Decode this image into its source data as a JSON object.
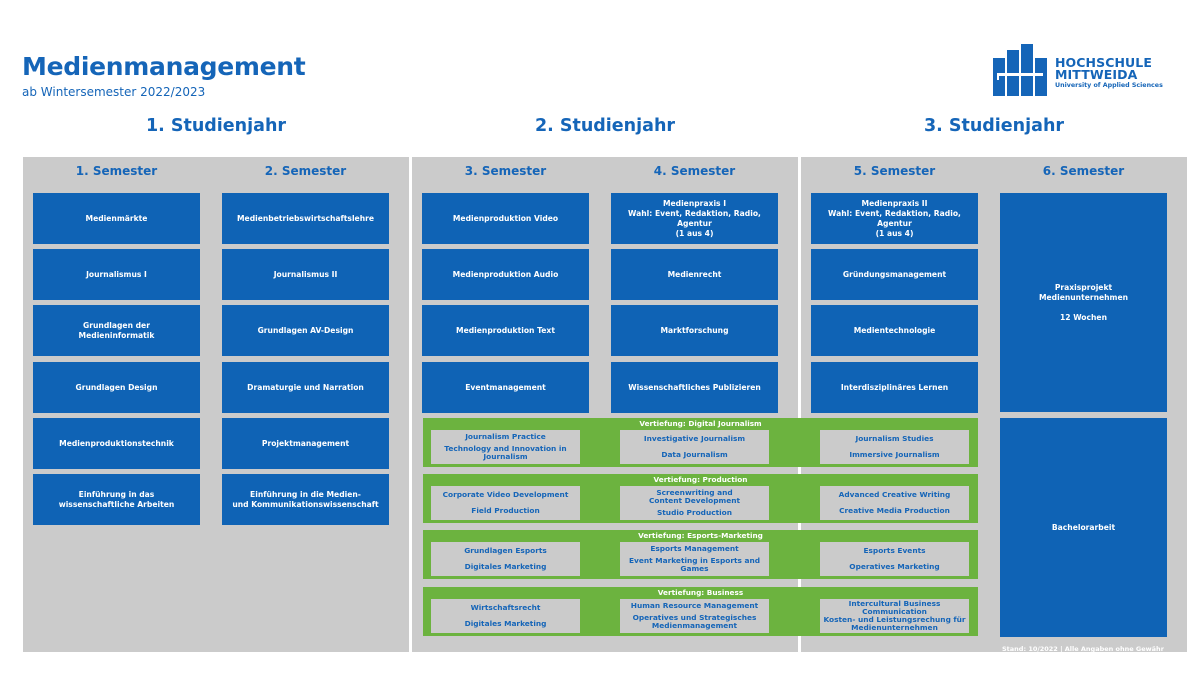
{
  "header": {
    "title": "Medienmanagement",
    "subtitle": "ab Wintersemester 2022/2023"
  },
  "logo": {
    "line1": "HOCHSCHULE",
    "line2": "MITTWEIDA",
    "line3": "University of Applied Sciences"
  },
  "years": [
    "1. Studienjahr",
    "2. Studienjahr",
    "3. Studienjahr"
  ],
  "semesters": [
    {
      "label": "1. Semester",
      "modules": [
        "Medienmärkte",
        "Journalismus I",
        "Grundlagen der\nMedieninformatik",
        "Grundlagen Design",
        "Medienproduktionstechnik",
        "Einführung in das\nwissenschaftliche Arbeiten"
      ]
    },
    {
      "label": "2. Semester",
      "modules": [
        "Medienbetriebswirtschaftslehre",
        "Journalismus II",
        "Grundlagen AV-Design",
        "Dramaturgie und Narration",
        "Projektmanagement",
        "Einführung in die Medien-\nund Kommunikationswissenschaft"
      ]
    },
    {
      "label": "3. Semester",
      "modules": [
        "Medienproduktion Video",
        "Medienproduktion Audio",
        "Medienproduktion Text",
        "Eventmanagement"
      ]
    },
    {
      "label": "4. Semester",
      "modules": [
        "Medienpraxis I\nWahl: Event, Redaktion, Radio, Agentur\n(1 aus 4)",
        "Medienrecht",
        "Marktforschung",
        "Wissenschaftliches Publizieren"
      ]
    },
    {
      "label": "5. Semester",
      "modules": [
        "Medienpraxis II\nWahl: Event, Redaktion, Radio, Agentur\n(1 aus 4)",
        "Gründungsmanagement",
        "Medientechnologie",
        "Interdisziplinäres Lernen"
      ]
    },
    {
      "label": "6. Semester",
      "modules": [
        "Praxisprojekt\nMedienunternehmen\n\n12 Wochen",
        "Bachelorarbeit"
      ]
    }
  ],
  "specializations": [
    {
      "title": "Vertiefung: Digital Journalism",
      "boxes": [
        [
          "Journalism Practice",
          "Technology and Innovation in Journalism"
        ],
        [
          "Investigative Journalism",
          "Data Journalism"
        ],
        [
          "Journalism Studies",
          "Immersive Journalism"
        ]
      ]
    },
    {
      "title": "Vertiefung: Production",
      "boxes": [
        [
          "Corporate Video Development",
          "Field Production"
        ],
        [
          "Screenwriting and\nContent Development",
          "Studio Production"
        ],
        [
          "Advanced Creative Writing",
          "Creative Media Production"
        ]
      ]
    },
    {
      "title": "Vertiefung: Esports-Marketing",
      "boxes": [
        [
          "Grundlagen Esports",
          "Digitales Marketing"
        ],
        [
          "Esports Management",
          "Event Marketing in Esports and Games"
        ],
        [
          "Esports Events",
          "Operatives Marketing"
        ]
      ]
    },
    {
      "title": "Vertiefung: Business",
      "boxes": [
        [
          "Wirtschaftsrecht",
          "Digitales Marketing"
        ],
        [
          "Human Resource Management",
          "Operatives und Strategisches\nMedienmanagement"
        ],
        [
          "Intercultural Business Communication",
          "Kosten- und Leistungsrechung für\nMedienunternehmen"
        ]
      ]
    }
  ],
  "footer": "Stand: 10/2022 | Alle Angaben ohne Gewähr",
  "colors": {
    "brand_blue": "#1565b8",
    "module_blue": "#0f63b5",
    "panel_gray": "#cbcbcb",
    "spec_green": "#6cb33f"
  }
}
